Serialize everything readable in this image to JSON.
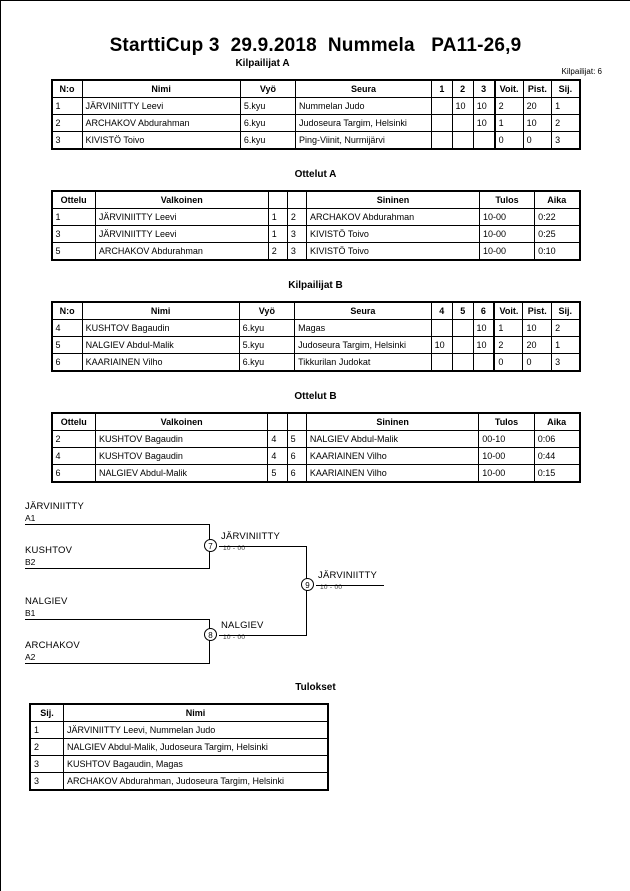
{
  "document": {
    "title": "StarttiCup 3  29.9.2018  Nummela   PA11-26,9",
    "competitor_count_label": "Kilpailijat: 6"
  },
  "pool_a": {
    "heading": "Kilpailijat A",
    "headers": {
      "no": "N:o",
      "name": "Nimi",
      "belt": "Vyö",
      "club": "Seura",
      "m1": "1",
      "m2": "2",
      "m3": "3",
      "wins": "Voit.",
      "points": "Pist.",
      "rank": "Sij."
    },
    "rows": [
      {
        "no": "1",
        "name": "JÄRVINIITTY Leevi",
        "belt": "5.kyu",
        "club": "Nummelan Judo",
        "m1": "",
        "m2": "10",
        "m3": "10",
        "wins": "2",
        "points": "20",
        "rank": "1"
      },
      {
        "no": "2",
        "name": "ARCHAKOV Abdurahman",
        "belt": "6.kyu",
        "club": "Judoseura Targim, Helsinki",
        "m1": "",
        "m2": "",
        "m3": "10",
        "wins": "1",
        "points": "10",
        "rank": "2"
      },
      {
        "no": "3",
        "name": "KIVISTÖ Toivo",
        "belt": "6.kyu",
        "club": "Ping-Viinit, Nurmijärvi",
        "m1": "",
        "m2": "",
        "m3": "",
        "wins": "0",
        "points": "0",
        "rank": "3"
      }
    ]
  },
  "matches_a": {
    "heading": "Ottelut A",
    "headers": {
      "match": "Ottelu",
      "white": "Valkoinen",
      "wn": "",
      "bn": "",
      "blue": "Sininen",
      "result": "Tulos",
      "time": "Aika"
    },
    "rows": [
      {
        "match": "1",
        "white": "JÄRVINIITTY Leevi",
        "wn": "1",
        "bn": "2",
        "blue": "ARCHAKOV Abdurahman",
        "result": "10-00",
        "time": "0:22"
      },
      {
        "match": "3",
        "white": "JÄRVINIITTY Leevi",
        "wn": "1",
        "bn": "3",
        "blue": "KIVISTÖ Toivo",
        "result": "10-00",
        "time": "0:25"
      },
      {
        "match": "5",
        "white": "ARCHAKOV Abdurahman",
        "wn": "2",
        "bn": "3",
        "blue": "KIVISTÖ Toivo",
        "result": "10-00",
        "time": "0:10"
      }
    ]
  },
  "pool_b": {
    "heading": "Kilpailijat B",
    "headers": {
      "no": "N:o",
      "name": "Nimi",
      "belt": "Vyö",
      "club": "Seura",
      "m1": "4",
      "m2": "5",
      "m3": "6",
      "wins": "Voit.",
      "points": "Pist.",
      "rank": "Sij."
    },
    "rows": [
      {
        "no": "4",
        "name": "KUSHTOV Bagaudin",
        "belt": "6.kyu",
        "club": "Magas",
        "m1": "",
        "m2": "",
        "m3": "10",
        "wins": "1",
        "points": "10",
        "rank": "2"
      },
      {
        "no": "5",
        "name": "NALGIEV Abdul-Malik",
        "belt": "5.kyu",
        "club": "Judoseura Targim, Helsinki",
        "m1": "10",
        "m2": "",
        "m3": "10",
        "wins": "2",
        "points": "20",
        "rank": "1"
      },
      {
        "no": "6",
        "name": "KAARIAINEN Vilho",
        "belt": "6.kyu",
        "club": "Tikkurilan Judokat",
        "m1": "",
        "m2": "",
        "m3": "",
        "wins": "0",
        "points": "0",
        "rank": "3"
      }
    ]
  },
  "matches_b": {
    "heading": "Ottelut B",
    "headers": {
      "match": "Ottelu",
      "white": "Valkoinen",
      "wn": "",
      "bn": "",
      "blue": "Sininen",
      "result": "Tulos",
      "time": "Aika"
    },
    "rows": [
      {
        "match": "2",
        "white": "KUSHTOV Bagaudin",
        "wn": "4",
        "bn": "5",
        "blue": "NALGIEV Abdul-Malik",
        "result": "00-10",
        "time": "0:06"
      },
      {
        "match": "4",
        "white": "KUSHTOV Bagaudin",
        "wn": "4",
        "bn": "6",
        "blue": "KAARIAINEN Vilho",
        "result": "10-00",
        "time": "0:44"
      },
      {
        "match": "6",
        "white": "NALGIEV Abdul-Malik",
        "wn": "5",
        "bn": "6",
        "blue": "KAARIAINEN Vilho",
        "result": "10-00",
        "time": "0:15"
      }
    ]
  },
  "bracket": {
    "entrants": [
      {
        "name": "JÄRVINIITTY",
        "seed": "A1"
      },
      {
        "name": "KUSHTOV",
        "seed": "B2"
      },
      {
        "name": "NALGIEV",
        "seed": "B1"
      },
      {
        "name": "ARCHAKOV",
        "seed": "A2"
      }
    ],
    "semifinal_1": {
      "number": "7",
      "winner": "JÄRVINIITTY",
      "score": "10 - 00"
    },
    "semifinal_2": {
      "number": "8",
      "winner": "NALGIEV",
      "score": "10 - 00"
    },
    "final": {
      "number": "9",
      "winner": "JÄRVINIITTY",
      "score": "10 - 00"
    }
  },
  "results": {
    "heading": "Tulokset",
    "headers": {
      "rank": "Sij.",
      "name": "Nimi"
    },
    "rows": [
      {
        "rank": "1",
        "name": "JÄRVINIITTY Leevi, Nummelan Judo"
      },
      {
        "rank": "2",
        "name": "NALGIEV Abdul-Malik, Judoseura Targim, Helsinki"
      },
      {
        "rank": "3",
        "name": "KUSHTOV Bagaudin, Magas"
      },
      {
        "rank": "3",
        "name": "ARCHAKOV Abdurahman, Judoseura Targim, Helsinki"
      }
    ]
  }
}
